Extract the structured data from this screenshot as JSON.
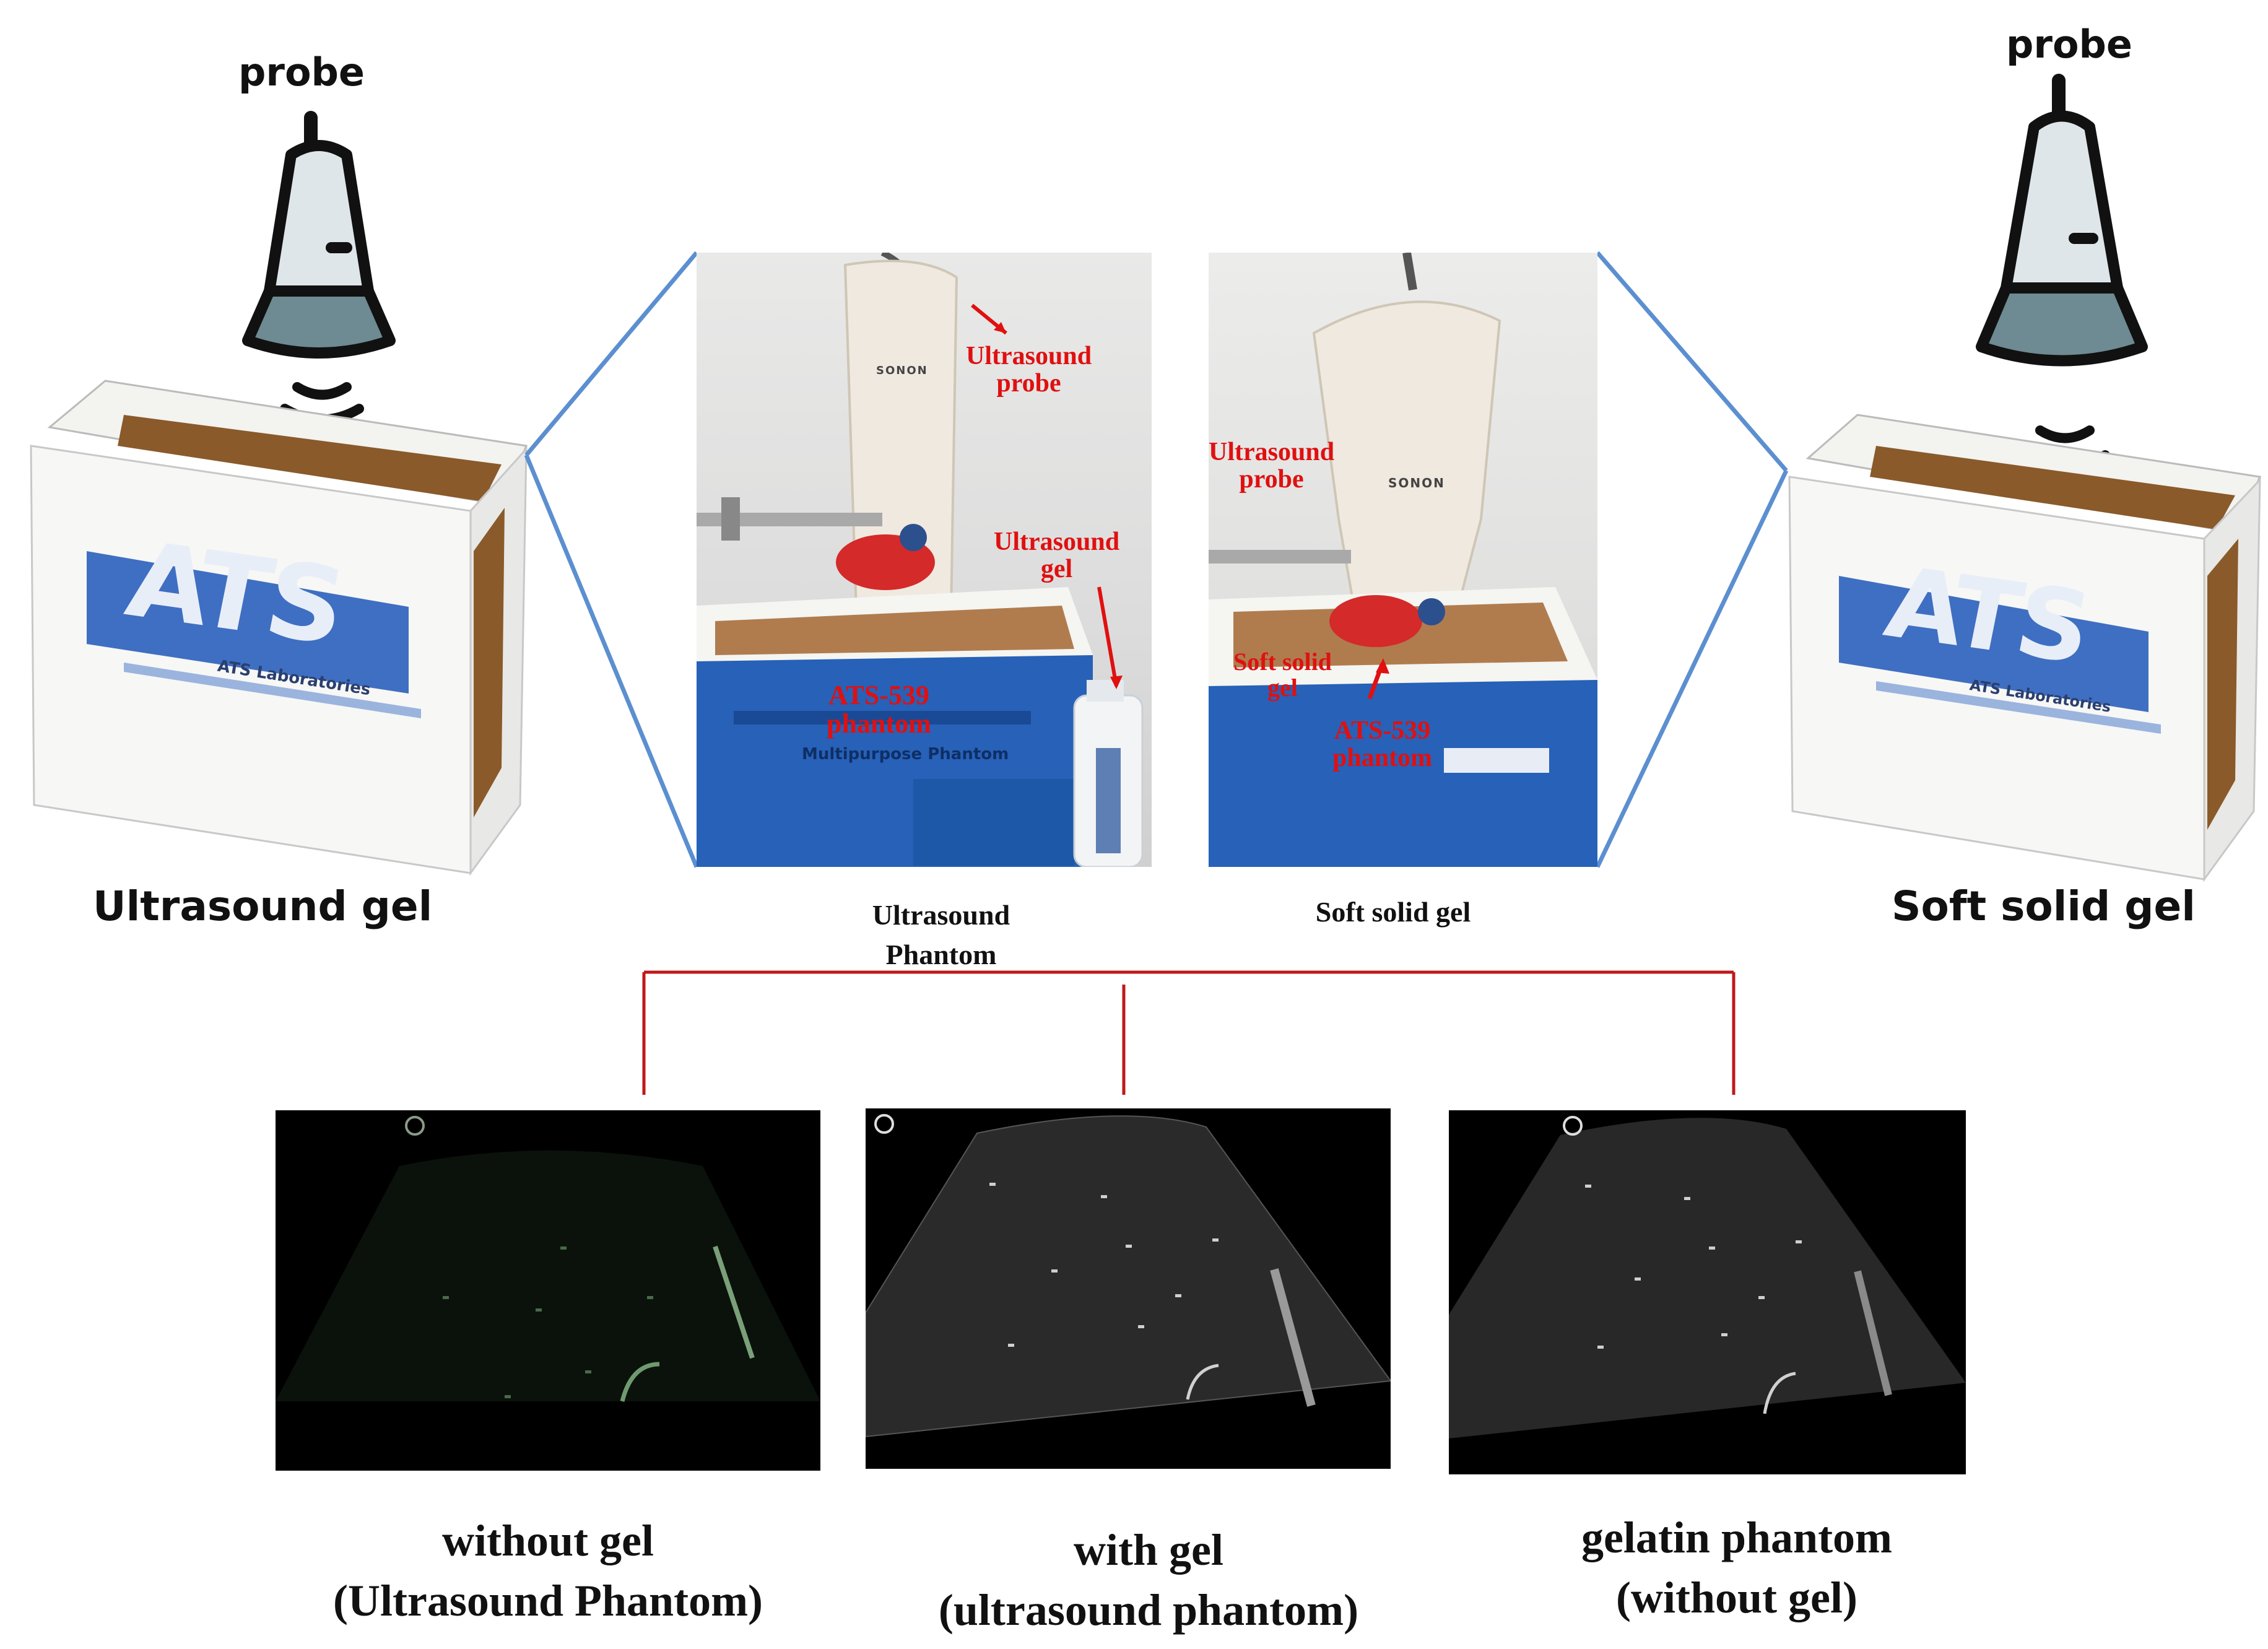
{
  "left_diagram": {
    "probe_label": "probe",
    "caption": "Ultrasound gel",
    "box_logo": "ATS",
    "box_sublogo": "ATS Laboratories"
  },
  "right_diagram": {
    "probe_label": "probe",
    "caption": "Soft solid gel",
    "box_logo": "ATS",
    "box_sublogo": "ATS Laboratories"
  },
  "photo_left": {
    "caption_line1": "Ultrasound",
    "caption_line2": "Phantom",
    "probe_brand": "SONON",
    "annotations": {
      "probe_line1": "Ultrasound",
      "probe_line2": "probe",
      "gel_line1": "Ultrasound",
      "gel_line2": "gel",
      "phantom_line1": "ATS-539",
      "phantom_line2": "phantom"
    },
    "phantom_box_text": "Multipurpose Phantom"
  },
  "photo_right": {
    "caption": "Soft solid gel",
    "probe_brand": "SONON",
    "annotations": {
      "probe_line1": "Ultrasound",
      "probe_line2": "probe",
      "gel_line1": "Soft solid",
      "gel_line2": "gel",
      "phantom_line1": "ATS-539",
      "phantom_line2": "phantom"
    }
  },
  "ultrasound_images": [
    {
      "caption_line1": "without gel",
      "caption_line2": "(Ultrasound Phantom)"
    },
    {
      "caption_line1": "with gel",
      "caption_line2": "(ultrasound phantom)"
    },
    {
      "caption_line1": "gelatin phantom",
      "caption_line2": "(without gel)"
    }
  ],
  "colors": {
    "connector_blue": "#5b8fd0",
    "bracket_red": "#c0181a",
    "annotation_red": "#e01010",
    "probe_head": "#6e8a92",
    "probe_body": "#dfe6ea",
    "phantom_blue": "#1f5fb4"
  }
}
